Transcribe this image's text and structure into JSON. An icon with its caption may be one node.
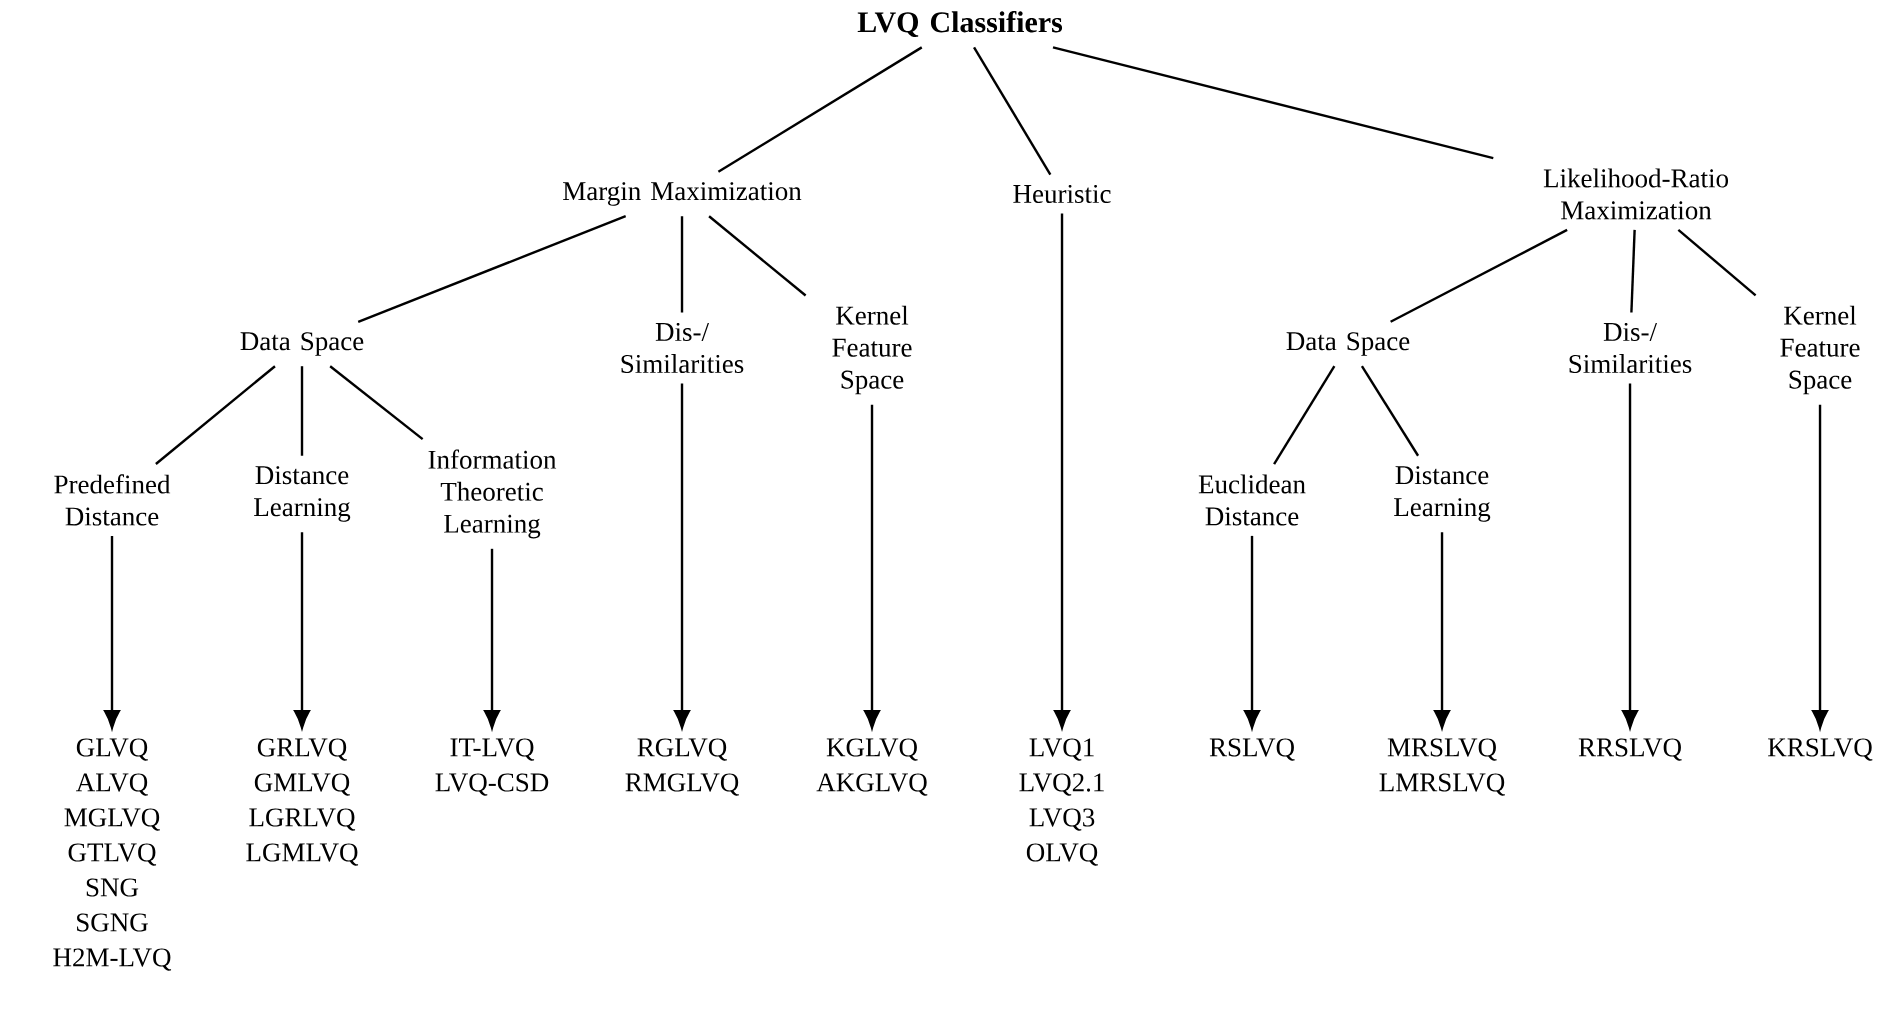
{
  "diagram": {
    "nodes": [
      {
        "text": [
          "**LVQ Classifiers**"
        ]
      },
      {
        "text": [
          "Margin Maximization"
        ]
      },
      {
        "text": [
          "Heuristic"
        ]
      },
      {
        "text": [
          "Likelihood-Ratio Maximization"
        ]
      },
      {
        "text": [
          "Data Space"
        ]
      },
      {
        "text": [
          "Dis-/ Similarities"
        ]
      },
      {
        "text": [
          "Kernel Feature Space"
        ]
      },
      {
        "text": [
          "Data Space"
        ]
      },
      {
        "text": [
          "Dis-/ Similarities"
        ]
      },
      {
        "text": [
          "Kernel Feature Space"
        ]
      },
      {
        "text": [
          "Predefined Distance"
        ]
      },
      {
        "text": [
          "Distance Learning"
        ]
      },
      {
        "text": [
          "Information Theoretic Learning"
        ]
      },
      {
        "text": [
          "Euclidean Distance"
        ]
      },
      {
        "text": [
          "Distance Learning"
        ]
      },
      {
        "text": [
          "GLVQ",
          "ALVQ",
          "MGLVQ",
          "GTLVQ",
          "SNG",
          "SGNG",
          "H2M-LVQ"
        ]
      },
      {
        "text": [
          "GRLVQ",
          "GMLVQ",
          "LGRLVQ",
          "LGMLVQ"
        ]
      },
      {
        "text": [
          "IT-LVQ",
          "LVQ-CSD"
        ]
      },
      {
        "text": [
          "RGLVQ",
          "RMGLVQ"
        ]
      },
      {
        "text": [
          "KGLVQ",
          "AKGLVQ"
        ]
      },
      {
        "text": [
          "LVQ1",
          "LVQ2.1",
          "LVQ3",
          "OLVQ"
        ]
      },
      {
        "text": [
          "RSLVQ"
        ]
      },
      {
        "text": [
          "MRSLVQ",
          "LMRSLVQ"
        ]
      },
      {
        "text": [
          "RRSLVQ"
        ]
      },
      {
        "text": [
          "KRSLVQ"
        ]
      }
    ],
    "edges": [
      {
        "from": 0,
        "to": 1,
        "arrow": "none"
      },
      {
        "from": 0,
        "to": 2,
        "arrow": "none"
      },
      {
        "from": 0,
        "to": 3,
        "arrow": "none"
      },
      {
        "from": 1,
        "to": 4,
        "arrow": "none"
      },
      {
        "from": 1,
        "to": 5,
        "arrow": "none"
      },
      {
        "from": 1,
        "to": 6,
        "arrow": "none"
      },
      {
        "from": 3,
        "to": 7,
        "arrow": "none"
      },
      {
        "from": 3,
        "to": 8,
        "arrow": "none"
      },
      {
        "from": 3,
        "to": 9,
        "arrow": "none"
      },
      {
        "from": 4,
        "to": 10,
        "arrow": "none"
      },
      {
        "from": 4,
        "to": 11,
        "arrow": "none"
      },
      {
        "from": 4,
        "to": 12,
        "arrow": "none"
      },
      {
        "from": 7,
        "to": 13,
        "arrow": "none"
      },
      {
        "from": 7,
        "to": 14,
        "arrow": "none"
      },
      {
        "from": 10,
        "to": 15,
        "arrow": "to"
      },
      {
        "from": 11,
        "to": 16,
        "arrow": "to"
      },
      {
        "from": 12,
        "to": 17,
        "arrow": "to"
      },
      {
        "from": 5,
        "to": 18,
        "arrow": "to"
      },
      {
        "from": 6,
        "to": 19,
        "arrow": "to"
      },
      {
        "from": 2,
        "to": 20,
        "arrow": "to"
      },
      {
        "from": 13,
        "to": 21,
        "arrow": "to"
      },
      {
        "from": 14,
        "to": 22,
        "arrow": "to"
      },
      {
        "from": 8,
        "to": 23,
        "arrow": "to"
      },
      {
        "from": 9,
        "to": 24,
        "arrow": "to"
      }
    ]
  }
}
